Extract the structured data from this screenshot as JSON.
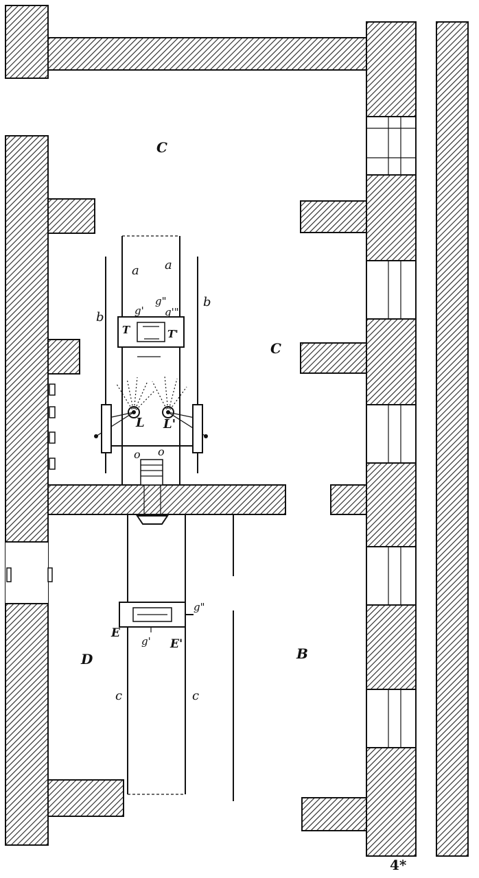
{
  "figure": {
    "room_labels": {
      "c_top": "C",
      "c_middle": "C",
      "b_room": "B",
      "d_room": "D"
    },
    "track_labels": {
      "a_upper": "a",
      "a_lower": "a",
      "b_upper": "b",
      "b_lower": "b",
      "c_upper": "c",
      "c_lower": "c"
    },
    "apparatus_labels": {
      "lamp_upper": "L",
      "lamp_lower": "L'",
      "lens_upper": "o",
      "lens_lower": "o",
      "table_t": "T",
      "table_t_prime": "T'",
      "g_prime": "g'",
      "g_double": "g\"",
      "g_triple": "g'\"",
      "e_label": "E",
      "e_prime_label": "E'",
      "e_g_prime": "g'",
      "e_g_double": "g\""
    },
    "page_number": "4*"
  }
}
